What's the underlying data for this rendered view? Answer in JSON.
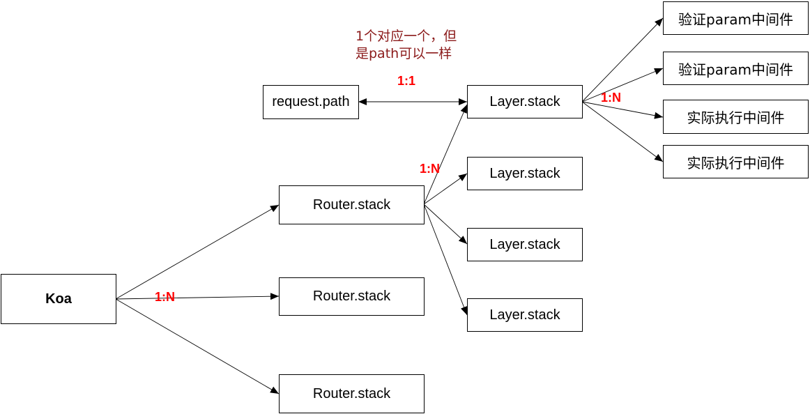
{
  "nodes": {
    "koa": "Koa",
    "router_stack_1": "Router.stack",
    "router_stack_2": "Router.stack",
    "router_stack_3": "Router.stack",
    "request_path": "request.path",
    "layer_stack_1": "Layer.stack",
    "layer_stack_2": "Layer.stack",
    "layer_stack_3": "Layer.stack",
    "layer_stack_4": "Layer.stack",
    "validate_param_1": "验证param中间件",
    "validate_param_2": "验证param中间件",
    "execute_middleware_1": "实际执行中间件",
    "execute_middleware_2": "实际执行中间件"
  },
  "ratios": {
    "koa_router": "1:N",
    "router_layer": "1:N",
    "layer_middleware": "1:N",
    "path_layer": "1:1"
  },
  "note": {
    "line1": "1个对应一个，但",
    "line2": "是path可以一样"
  },
  "colors": {
    "ratio": "#ff0000",
    "note": "#8b1a1a",
    "line": "#000000"
  }
}
